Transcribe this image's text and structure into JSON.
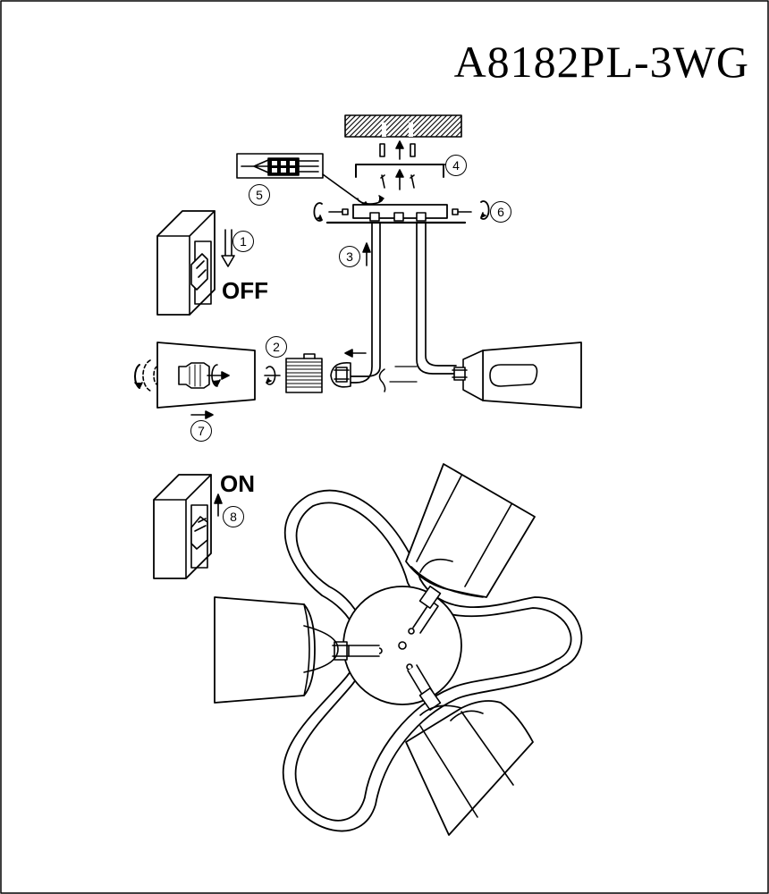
{
  "model_code": "A8182PL-3WG",
  "switch_off_label": "OFF",
  "switch_on_label": "ON",
  "steps": [
    "1",
    "2",
    "3",
    "4",
    "5",
    "6",
    "7",
    "8"
  ]
}
